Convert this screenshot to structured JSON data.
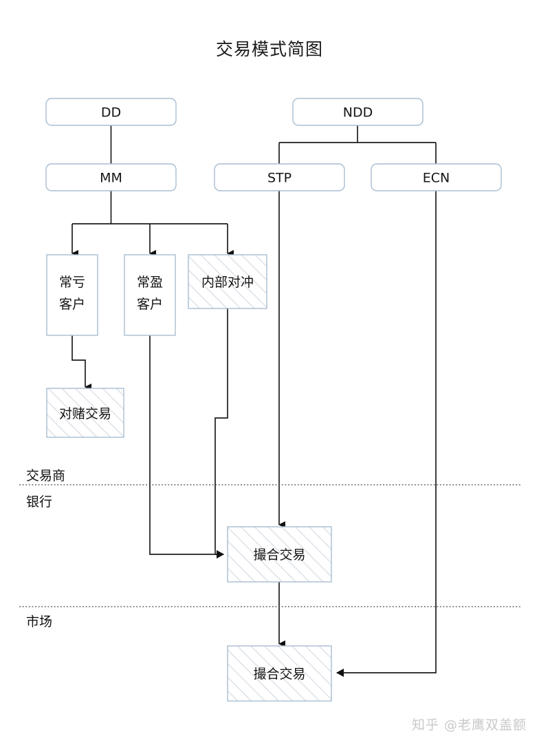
{
  "title": "交易模式简图",
  "colors": {
    "box_stroke": "#a9bdd0",
    "box_fill": "#ffffff",
    "hatch": "#d9dfe6",
    "connector": "#1d1d1d",
    "divider": "#555555",
    "text": "#141414",
    "watermark": "#c9c9c9"
  },
  "nodes": {
    "dd": {
      "label": "DD",
      "shape": "rounded"
    },
    "ndd": {
      "label": "NDD",
      "shape": "rounded"
    },
    "mm": {
      "label": "MM",
      "shape": "rounded"
    },
    "stp": {
      "label": "STP",
      "shape": "rounded"
    },
    "ecn": {
      "label": "ECN",
      "shape": "rounded"
    },
    "loss_client": {
      "label_line1": "常亏",
      "label_line2": "客户",
      "shape": "rect"
    },
    "profit_client": {
      "label_line1": "常盈",
      "label_line2": "客户",
      "shape": "rect"
    },
    "internal_hedge": {
      "label": "内部对冲",
      "shape": "rect-hatched"
    },
    "bet_trade": {
      "label": "对赌交易",
      "shape": "rect-hatched"
    },
    "match_trade_bank": {
      "label": "撮合交易",
      "shape": "rect-hatched"
    },
    "match_trade_market": {
      "label": "撮合交易",
      "shape": "rect-hatched"
    }
  },
  "bands": [
    {
      "id": "dealer",
      "label": "交易商"
    },
    {
      "id": "bank",
      "label": "银行"
    },
    {
      "id": "market",
      "label": "市场"
    }
  ],
  "watermark": "知乎 @老鹰双盖额"
}
